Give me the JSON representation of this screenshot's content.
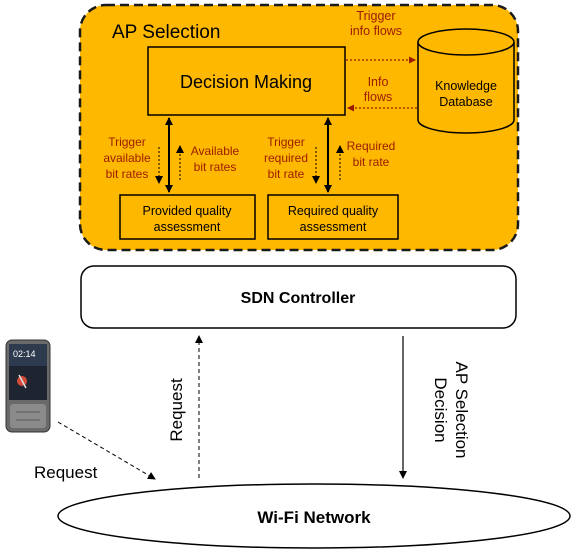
{
  "colors": {
    "panel_fill": "#FFB800",
    "panel_border": "#1a1a1a",
    "flow_text": "#9B1B00",
    "box_fill": "#FFB800",
    "white": "#ffffff",
    "ink": "#000000"
  },
  "ap_selection": {
    "title": "AP Selection",
    "decision_making": "Decision Making",
    "knowledge_database": [
      "Knowledge",
      "Database"
    ],
    "trigger_info_flows": [
      "Trigger",
      "info flows"
    ],
    "info_flows": [
      "Info",
      "flows"
    ],
    "trigger_available_bit_rates": [
      "Trigger",
      "available",
      "bit rates"
    ],
    "available_bit_rates": [
      "Available",
      "bit rates"
    ],
    "trigger_required_bit_rate": [
      "Trigger",
      "required",
      "bit rate"
    ],
    "required_bit_rate": [
      "Required",
      "bit rate"
    ],
    "provided_quality_assessment": [
      "Provided quality",
      "assessment"
    ],
    "required_quality_assessment": [
      "Required quality",
      "assessment"
    ]
  },
  "sdn_controller": "SDN Controller",
  "request_vertical": "Request",
  "ap_selection_decision": [
    "AP Selection",
    "Decision"
  ],
  "request_device": "Request",
  "wifi_network": "Wi-Fi Network",
  "phone": {
    "icon": "smartphone-icon",
    "time": "02:14"
  }
}
